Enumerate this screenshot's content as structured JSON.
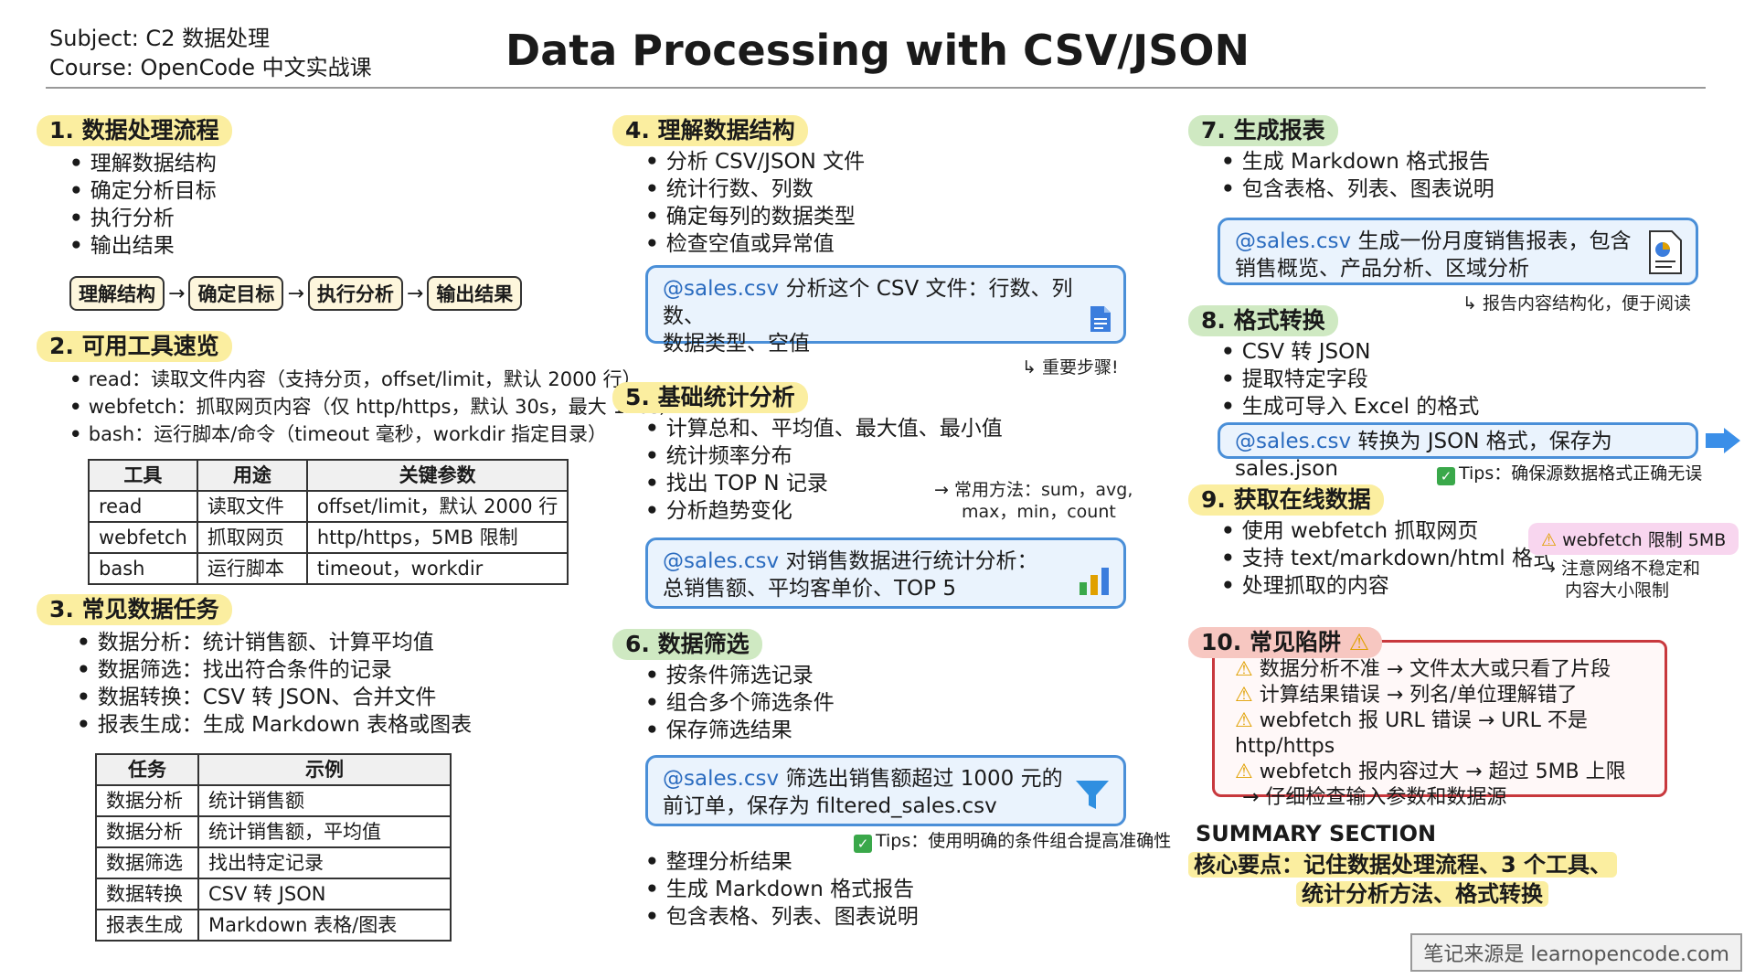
{
  "header": {
    "subject": "Subject: C2 数据处理",
    "course": "Course: OpenCode 中文实战课",
    "title": "Data Processing with CSV/JSON"
  },
  "s1": {
    "title": "1. 数据处理流程",
    "items": [
      "理解数据结构",
      "确定分析目标",
      "执行分析",
      "输出结果"
    ],
    "flow": [
      "理解结构",
      "确定目标",
      "执行分析",
      "输出结果"
    ]
  },
  "s2": {
    "title": "2. 可用工具速览",
    "items": [
      "read：读取文件内容（支持分页，offset/limit，默认 2000 行）",
      "webfetch：抓取网页内容（仅 http/https，默认 30s，最大 120s）",
      "bash：运行脚本/命令（timeout 毫秒，workdir 指定目录）"
    ],
    "table": {
      "headers": [
        "工具",
        "用途",
        "关键参数"
      ],
      "rows": [
        [
          "read",
          "读取文件",
          "offset/limit，默认 2000 行"
        ],
        [
          "webfetch",
          "抓取网页",
          "http/https，5MB 限制"
        ],
        [
          "bash",
          "运行脚本",
          "timeout，workdir"
        ]
      ]
    }
  },
  "s3": {
    "title": "3. 常见数据任务",
    "items": [
      "数据分析：统计销售额、计算平均值",
      "数据筛选：找出符合条件的记录",
      "数据转换：CSV 转 JSON、合并文件",
      "报表生成：生成 Markdown 表格或图表"
    ],
    "table": {
      "headers": [
        "任务",
        "示例"
      ],
      "rows": [
        [
          "数据分析",
          "统计销售额"
        ],
        [
          "数据分析",
          "统计销售额，平均值"
        ],
        [
          "数据筛选",
          "找出特定记录"
        ],
        [
          "数据转换",
          "CSV 转 JSON"
        ],
        [
          "报表生成",
          "Markdown 表格/图表"
        ]
      ]
    }
  },
  "s4": {
    "title": "4. 理解数据结构",
    "items": [
      "分析 CSV/JSON 文件",
      "统计行数、列数",
      "确定每列的数据类型",
      "检查空值或异常值"
    ],
    "cmd_at": "@sales.csv",
    "cmd_text1": " 分析这个 CSV 文件：行数、列数、",
    "cmd_text2": "数据类型、空值",
    "note": "↳ 重要步骤!"
  },
  "s5": {
    "title": "5. 基础统计分析",
    "items": [
      "计算总和、平均值、最大值、最小值",
      "统计频率分布",
      "找出 TOP N 记录",
      "分析趋势变化"
    ],
    "note1": "→ 常用方法：sum，avg,",
    "note2": "max，min，count",
    "cmd_at": "@sales.csv",
    "cmd_text1": " 对销售数据进行统计分析：",
    "cmd_text2": "总销售额、平均客单价、TOP 5"
  },
  "s6": {
    "title": "6. 数据筛选",
    "items": [
      "按条件筛选记录",
      "组合多个筛选条件",
      "保存筛选结果"
    ],
    "cmd_at": "@sales.csv",
    "cmd_text1": " 筛选出销售额超过 1000 元的",
    "cmd_text2": "前订单，保存为 filtered_sales.csv",
    "tips": "Tips：使用明确的条件组合提高准确性",
    "items2": [
      "整理分析结果",
      "生成 Markdown 格式报告",
      "包含表格、列表、图表说明"
    ]
  },
  "s7": {
    "title": "7. 生成报表",
    "items": [
      "生成 Markdown 格式报告",
      "包含表格、列表、图表说明"
    ],
    "cmd_at": "@sales.csv",
    "cmd_text1": " 生成一份月度销售报表，包含",
    "cmd_text2": "销售概览、产品分析、区域分析",
    "note": "↳ 报告内容结构化，便于阅读"
  },
  "s8": {
    "title": "8. 格式转换",
    "items": [
      "CSV 转 JSON",
      "提取特定字段",
      "生成可导入 Excel 的格式"
    ],
    "cmd_at": "@sales.csv",
    "cmd_text1": " 转换为 JSON 格式，保存为 sales.json",
    "tips": "Tips：确保源数据格式正确无误"
  },
  "s9": {
    "title": "9. 获取在线数据",
    "items": [
      "使用 webfetch 抓取网页",
      "支持 text/markdown/html 格式",
      "处理抓取的内容"
    ],
    "badge": "webfetch 限制 5MB",
    "note1": "→ 注意网络不稳定和",
    "note2": "内容大小限制"
  },
  "s10": {
    "title": "10. 常见陷阱",
    "items": [
      "数据分析不准 → 文件太大或只看了片段",
      "计算结果错误 → 列名/单位理解错了",
      "webfetch 报 URL 错误 → URL 不是 http/https",
      "webfetch 报内容过大 → 超过 5MB 上限"
    ],
    "final": "→ 仔细检查输入参数和数据源"
  },
  "summary": {
    "heading": "SUMMARY SECTION",
    "line1": "核心要点：记住数据处理流程、3 个工具、",
    "line2": "统计分析方法、格式转换"
  },
  "footer": "笔记来源是 learnopencode.com",
  "colors": {
    "yellow": "#fbeea0",
    "green": "#cfe9c2",
    "red": "#f7c7c1",
    "blue": "#4a8fd8",
    "warn": "#c8383d"
  }
}
